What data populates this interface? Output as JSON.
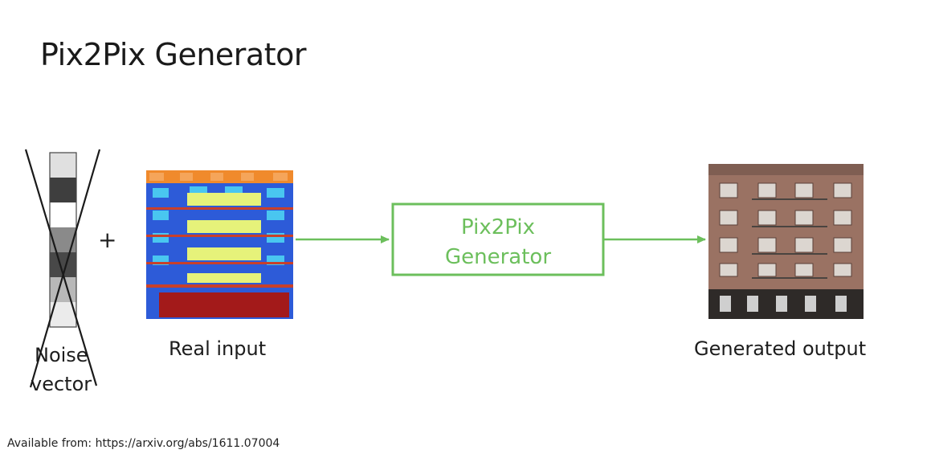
{
  "slide": {
    "title": "Pix2Pix Generator",
    "source": "Available from: https://arxiv.org/abs/1611.07004"
  },
  "noise": {
    "label_line1": "Noise",
    "label_line2": "vector",
    "crossed_out": true
  },
  "operator": "+",
  "real_input": {
    "label": "Real input"
  },
  "generator": {
    "label_line1": "Pix2Pix",
    "label_line2": "Generator"
  },
  "output": {
    "label": "Generated output"
  },
  "colors": {
    "accent_green": "#6cbf5c",
    "facade_blue": "#2d5bd8",
    "facade_red": "#a31a1a",
    "facade_orange": "#f08a2c",
    "facade_cyan": "#49c6f0",
    "facade_yellow": "#e6f27a",
    "building_tone": "#9a7263"
  }
}
